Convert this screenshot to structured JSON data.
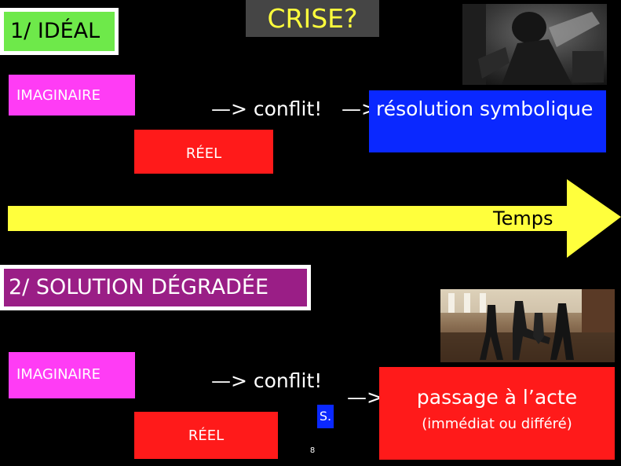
{
  "title": "CRISE?",
  "section1": {
    "label": "1/ IDÉAL",
    "imaginaire": "IMAGINAIRE",
    "reel": "RÉEL",
    "conflit": "—> conflit!",
    "arrow": "—>",
    "resolution": "résolution symbolique"
  },
  "timeline": {
    "label": "Temps"
  },
  "section2": {
    "label": "2/ SOLUTION DÉGRADÉE",
    "imaginaire": "IMAGINAIRE",
    "reel": "RÉEL",
    "conflit": "—> conflit!",
    "s_label": "S.",
    "arrow": "—>",
    "passage": "passage à l’acte",
    "passage_sub": "(immédiat ou différé)"
  },
  "page_number": "8",
  "colors": {
    "background": "#000000",
    "title_bg": "#454545",
    "title_text": "#ffff3c",
    "section1_bg": "#6ee94a",
    "section2_bg": "#9a1e86",
    "magenta": "#ff3cf5",
    "red": "#ff1a1a",
    "blue": "#0a28ff",
    "timeline_yellow": "#ffff3c"
  }
}
